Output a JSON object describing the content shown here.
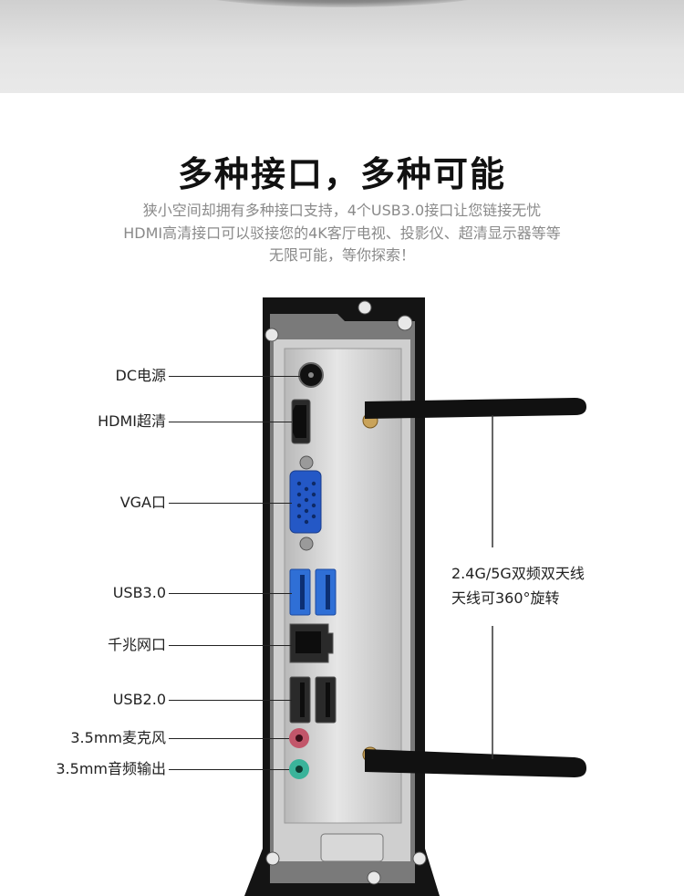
{
  "heading": {
    "title": "多种接口，多种可能",
    "lines": [
      "狭小空间却拥有多种接口支持，4个USB3.0接口让您链接无忧",
      "HDMI高清接口可以驳接您的4K客厅电视、投影仪、超清显示器等等",
      "无限可能，等你探索！"
    ]
  },
  "ports": [
    {
      "label": "DC电源",
      "icon": "dc-power-jack-icon"
    },
    {
      "label": "HDMI超清",
      "icon": "hdmi-port-icon"
    },
    {
      "label": "VGA口",
      "icon": "vga-port-icon"
    },
    {
      "label": "USB3.0",
      "icon": "usb3-port-icon"
    },
    {
      "label": "千兆网口",
      "icon": "ethernet-port-icon"
    },
    {
      "label": "USB2.0",
      "icon": "usb2-port-icon"
    },
    {
      "label": "3.5mm麦克风",
      "icon": "mic-jack-icon",
      "color": "#c2566a"
    },
    {
      "label": "3.5mm音频输出",
      "icon": "audio-out-jack-icon",
      "color": "#3ab39a"
    }
  ],
  "antenna": {
    "line1": "2.4G/5G双频双天线",
    "line2": "天线可360°旋转",
    "icon": "antenna-icon"
  },
  "colors": {
    "chassis": "#141414",
    "panel": "#c9c9c9",
    "usb3_blue": "#2f6fd6",
    "vga_blue": "#2458c6"
  }
}
